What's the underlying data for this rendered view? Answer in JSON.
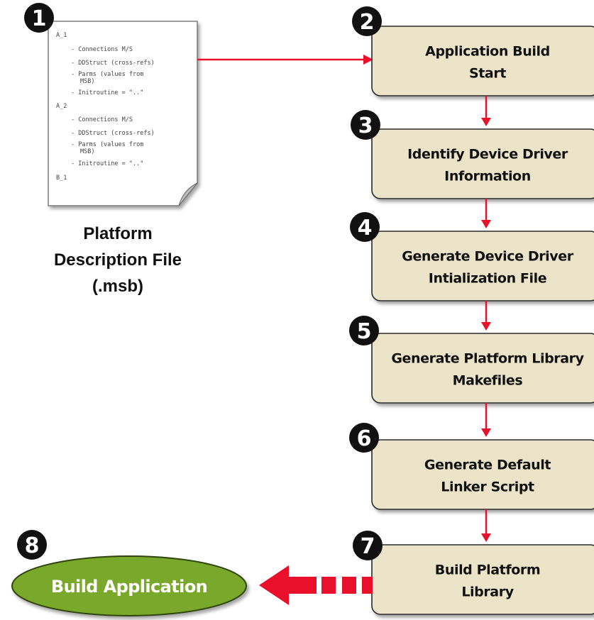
{
  "document": {
    "lines": [
      {
        "text": "A_1",
        "indent": false
      },
      {
        "text": "- Connections M/S",
        "indent": true
      },
      {
        "text": "- DDStruct (cross-refs)",
        "indent": true
      },
      {
        "text": "- Parms (values from",
        "indent": true
      },
      {
        "text": "MSB)",
        "indent": "cont"
      },
      {
        "text": "- Initroutine = \"..\"",
        "indent": true
      },
      {
        "text": "A_2",
        "indent": false
      },
      {
        "text": "- Connections M/S",
        "indent": true
      },
      {
        "text": "- DDStruct (cross-refs)",
        "indent": true
      },
      {
        "text": "- Parms (values from",
        "indent": true
      },
      {
        "text": "MSB)",
        "indent": "cont"
      },
      {
        "text": "- Initroutine = \"..\"",
        "indent": true
      },
      {
        "text": "B_1",
        "indent": false
      }
    ],
    "caption": [
      "Platform",
      "Description File",
      "(.msb)"
    ]
  },
  "steps": [
    {
      "number": "1"
    },
    {
      "number": "2",
      "lines": [
        "Application Build",
        "Start"
      ]
    },
    {
      "number": "3",
      "lines": [
        "Identify Device Driver",
        "Information"
      ]
    },
    {
      "number": "4",
      "lines": [
        "Generate Device Driver",
        "Intialization File"
      ]
    },
    {
      "number": "5",
      "lines": [
        "Generate Platform Library",
        "Makefiles"
      ]
    },
    {
      "number": "6",
      "lines": [
        "Generate Default",
        "Linker Script"
      ]
    },
    {
      "number": "7",
      "lines": [
        "Build Platform",
        "Library"
      ]
    },
    {
      "number": "8"
    }
  ],
  "final": {
    "label": "Build Application"
  },
  "colors": {
    "box_fill": "#ece4c8",
    "arrow": "#e8102a",
    "oval_fill": "#7aa82a",
    "badge": "#111111"
  }
}
